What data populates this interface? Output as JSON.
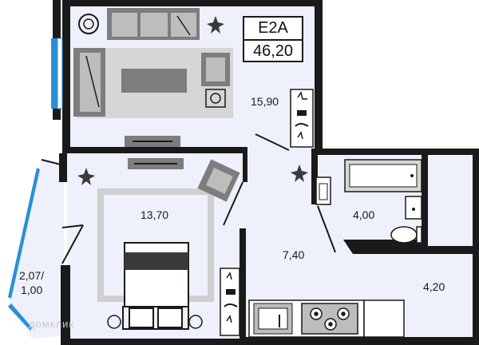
{
  "badge": {
    "code": "E2A",
    "total": "46,20"
  },
  "rooms": {
    "living": "15,90",
    "bedroom": "13,70",
    "hall": "7,40",
    "bath": "4,00",
    "kitchen": "4,20",
    "balcony_line1": "2,07/",
    "balcony_line2": "1,00"
  },
  "watermark": "домклик",
  "colors": {
    "floor": "#eef0fb",
    "wall": "#1a1a1a",
    "window": "#2b8fd6",
    "furniture": "#7d7d7d",
    "rug": "#d0d0d0"
  }
}
